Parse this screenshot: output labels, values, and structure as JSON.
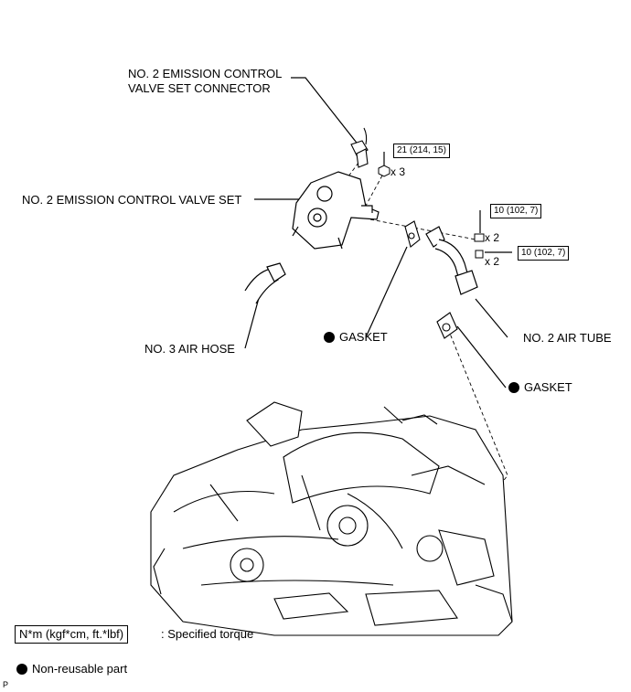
{
  "labels": {
    "connector": "NO. 2 EMISSION CONTROL\nVALVE SET CONNECTOR",
    "connector_line1": "NO. 2 EMISSION CONTROL",
    "connector_line2": "VALVE SET CONNECTOR",
    "valve_set": "NO. 2 EMISSION CONTROL VALVE SET",
    "gasket_left": "GASKET",
    "gasket_right": "GASKET",
    "air_hose": "NO. 3 AIR HOSE",
    "air_tube": "NO. 2 AIR TUBE"
  },
  "torques": {
    "nut": "21 (214, 15)",
    "bolt_a": "10 (102, 7)",
    "bolt_b": "10 (102, 7)"
  },
  "quantities": {
    "nut": "x 3",
    "bolt_a": "x 2",
    "bolt_b": "x 2"
  },
  "legend": {
    "torque_box": "N*m (kgf*cm, ft.*lbf)",
    "torque_text": ": Specified torque",
    "nonreusable_text": "Non-reusable part"
  },
  "corner_mark": "P"
}
